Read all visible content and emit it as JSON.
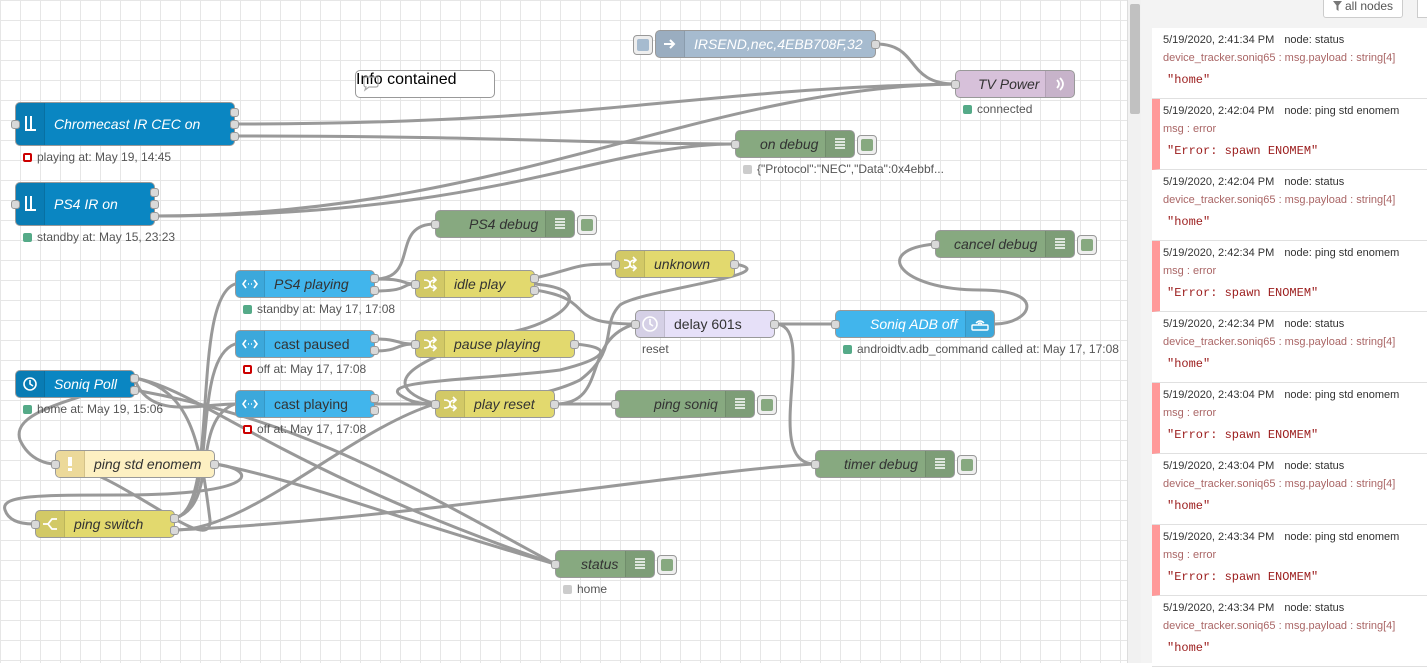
{
  "flow": {
    "nodes": {
      "irsend": {
        "label": "IRSEND,nec,4EBB708F,32",
        "icon": "arrow-right-icon"
      },
      "info": {
        "label": "Info contained",
        "icon": "speech-bubble-icon"
      },
      "tv_power": {
        "label": "TV Power",
        "icon": "broadcast-icon",
        "status": "connected"
      },
      "chromecast": {
        "label": "Chromecast IR CEC on",
        "icon": "ha-switch-icon",
        "status": "playing at: May 19, 14:45"
      },
      "on_debug": {
        "label": "on debug",
        "icon": "list-icon",
        "status": "{\"Protocol\":\"NEC\",\"Data\":0x4ebbf..."
      },
      "ps4_ir": {
        "label": "PS4 IR on",
        "icon": "ha-switch-icon",
        "status": "standby at: May 15, 23:23"
      },
      "ps4_debug": {
        "label": "PS4 debug",
        "icon": "list-icon"
      },
      "cancel_debug": {
        "label": "cancel debug",
        "icon": "list-icon"
      },
      "ps4_playing": {
        "label": "PS4 playing",
        "icon": "ha-state-icon",
        "status": "standby at: May 17, 17:08"
      },
      "idle_play": {
        "label": "idle play",
        "icon": "shuffle-icon"
      },
      "unknown": {
        "label": "unknown",
        "icon": "shuffle-icon"
      },
      "delay": {
        "label": "delay 601s",
        "icon": "clock-icon",
        "status": "reset"
      },
      "soniq_adb": {
        "label": "Soniq ADB off",
        "icon": "router-icon",
        "status": "androidtv.adb_command called at: May 17, 17:08"
      },
      "cast_paused": {
        "label": "cast paused",
        "icon": "ha-state-icon",
        "status": "off at: May 17, 17:08"
      },
      "pause_playing": {
        "label": "pause playing",
        "icon": "shuffle-icon"
      },
      "soniq_poll": {
        "label": "Soniq Poll",
        "icon": "timer-icon",
        "status": "home at: May 19, 15:06"
      },
      "cast_playing": {
        "label": "cast playing",
        "icon": "ha-state-icon",
        "status": "off at: May 17, 17:08"
      },
      "play_reset": {
        "label": "play reset",
        "icon": "shuffle-icon"
      },
      "ping_soniq": {
        "label": "ping soniq",
        "icon": "list-icon"
      },
      "ping_std": {
        "label": "ping std enomem",
        "icon": "exclamation-icon"
      },
      "timer_debug": {
        "label": "timer debug",
        "icon": "list-icon"
      },
      "ping_switch": {
        "label": "ping switch",
        "icon": "switch-icon"
      },
      "status": {
        "label": "status",
        "icon": "list-icon",
        "status": "home"
      }
    }
  },
  "sidebar": {
    "filter_label": "all nodes",
    "filter_icon": "filter-icon",
    "messages": [
      {
        "time": "5/19/2020, 2:41:34 PM",
        "node": "node: status",
        "topic": "device_tracker.soniq65 : msg.payload : string[4]",
        "value": "\"home\"",
        "error": false
      },
      {
        "time": "5/19/2020, 2:42:04 PM",
        "node": "node: ping std enomem",
        "topic": "msg : error",
        "value": "\"Error: spawn ENOMEM\"",
        "error": true
      },
      {
        "time": "5/19/2020, 2:42:04 PM",
        "node": "node: status",
        "topic": "device_tracker.soniq65 : msg.payload : string[4]",
        "value": "\"home\"",
        "error": false
      },
      {
        "time": "5/19/2020, 2:42:34 PM",
        "node": "node: ping std enomem",
        "topic": "msg : error",
        "value": "\"Error: spawn ENOMEM\"",
        "error": true
      },
      {
        "time": "5/19/2020, 2:42:34 PM",
        "node": "node: status",
        "topic": "device_tracker.soniq65 : msg.payload : string[4]",
        "value": "\"home\"",
        "error": false
      },
      {
        "time": "5/19/2020, 2:43:04 PM",
        "node": "node: ping std enomem",
        "topic": "msg : error",
        "value": "\"Error: spawn ENOMEM\"",
        "error": true
      },
      {
        "time": "5/19/2020, 2:43:04 PM",
        "node": "node: status",
        "topic": "device_tracker.soniq65 : msg.payload : string[4]",
        "value": "\"home\"",
        "error": false
      },
      {
        "time": "5/19/2020, 2:43:34 PM",
        "node": "node: ping std enomem",
        "topic": "msg : error",
        "value": "\"Error: spawn ENOMEM\"",
        "error": true
      },
      {
        "time": "5/19/2020, 2:43:34 PM",
        "node": "node: status",
        "topic": "device_tracker.soniq65 : msg.payload : string[4]",
        "value": "\"home\"",
        "error": false
      }
    ]
  }
}
